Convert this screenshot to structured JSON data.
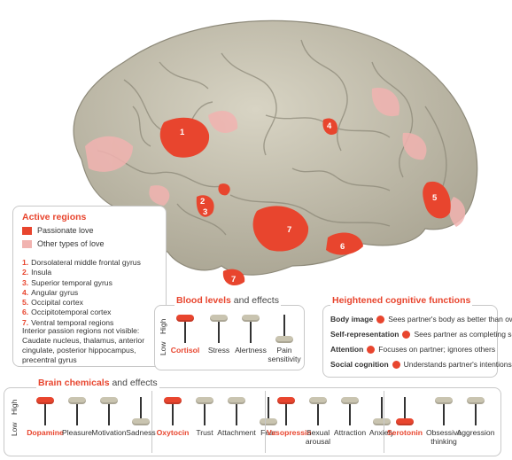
{
  "colors": {
    "passionate": "#e8452e",
    "other": "#f1b3b0",
    "brain_base": "#c9c4b0",
    "panel_border": "#c8c8c8"
  },
  "brain_labels": [
    "1",
    "2",
    "3",
    "4",
    "5",
    "6",
    "7",
    "7"
  ],
  "regions": {
    "title": "Active regions",
    "legend": [
      {
        "label": "Passionate love"
      },
      {
        "label": "Other types of love"
      }
    ],
    "items": [
      {
        "num": "1.",
        "name": "Dorsolateral middle frontal gyrus"
      },
      {
        "num": "2.",
        "name": "Insula"
      },
      {
        "num": "3.",
        "name": "Superior temporal gyrus"
      },
      {
        "num": "4.",
        "name": "Angular gyrus"
      },
      {
        "num": "5.",
        "name": "Occipital cortex"
      },
      {
        "num": "6.",
        "name": "Occipitotemporal cortex"
      },
      {
        "num": "7.",
        "name": "Ventral temporal regions"
      }
    ],
    "note": "Interior passion regions not visible: Caudate nucleus, thalamus, anterior cingulate, posterior hippocampus, precentral gyrus"
  },
  "blood": {
    "title_bold": "Blood levels",
    "title_rest": " and effects",
    "high": "High",
    "low": "Low",
    "items": [
      {
        "label": "Cortisol",
        "level": 1.0,
        "hot": true
      },
      {
        "label": "Stress",
        "level": 1.0,
        "hot": false
      },
      {
        "label": "Alertness",
        "level": 1.0,
        "hot": false
      },
      {
        "label": "Pain sensitivity",
        "level": 0.0,
        "hot": false
      }
    ]
  },
  "cognitive": {
    "title": "Heightened cognitive functions",
    "items": [
      {
        "label": "Body image",
        "text": "Sees partner's body as better than own"
      },
      {
        "label": "Self-representation",
        "text": "Sees partner as completing self"
      },
      {
        "label": "Attention",
        "text": "Focuses on partner; ignores others"
      },
      {
        "label": "Social cognition",
        "text": "Understands partner's intentions"
      }
    ]
  },
  "chemicals": {
    "title_bold": "Brain chemicals",
    "title_rest": " and effects",
    "high": "High",
    "low": "Low",
    "groups": [
      {
        "items": [
          {
            "label": "Dopamine",
            "level": 1.0,
            "hot": true
          },
          {
            "label": "Pleasure",
            "level": 1.0,
            "hot": false
          },
          {
            "label": "Motivation",
            "level": 1.0,
            "hot": false
          },
          {
            "label": "Sadness",
            "level": 0.0,
            "hot": false
          }
        ]
      },
      {
        "items": [
          {
            "label": "Oxytocin",
            "level": 1.0,
            "hot": true
          },
          {
            "label": "Trust",
            "level": 1.0,
            "hot": false
          },
          {
            "label": "Attachment",
            "level": 1.0,
            "hot": false
          },
          {
            "label": "Fear",
            "level": 0.0,
            "hot": false
          }
        ]
      },
      {
        "items": [
          {
            "label": "Vasopressin",
            "level": 1.0,
            "hot": true
          },
          {
            "label": "Sexual arousal",
            "level": 1.0,
            "hot": false
          },
          {
            "label": "Attraction",
            "level": 1.0,
            "hot": false
          },
          {
            "label": "Anxiety",
            "level": 0.0,
            "hot": false
          }
        ]
      },
      {
        "items": [
          {
            "label": "Serotonin",
            "level": 0.0,
            "hot": true
          },
          {
            "label": "Obsessive thinking",
            "level": 1.0,
            "hot": false
          },
          {
            "label": "Aggression",
            "level": 1.0,
            "hot": false
          }
        ]
      }
    ]
  }
}
